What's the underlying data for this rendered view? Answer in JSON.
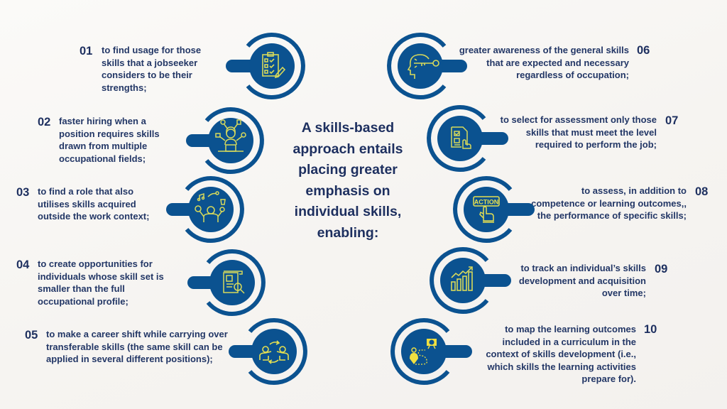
{
  "center": {
    "title": "A skills-based approach entails placing greater emphasis on individual skills, enabling:"
  },
  "colors": {
    "background": "#f8f6f3",
    "badge_blue": "#0b5290",
    "icon_yellow": "#d8d95a",
    "text_navy": "#1d2f5f"
  },
  "items": [
    {
      "number": "01",
      "text": "to find usage for those\nskills that a jobseeker\nconsiders to be their\nstrengths;",
      "icon": "checklist-icon"
    },
    {
      "number": "02",
      "text": "faster hiring when a\nposition requires skills\ndrawn from multiple\noccupational fields;",
      "icon": "multitasking-person-icon"
    },
    {
      "number": "03",
      "text": "to find a role that also\nutilises skills acquired\noutside the work context;",
      "icon": "juggling-hobbies-icon"
    },
    {
      "number": "04",
      "text": "to create opportunities for\nindividuals whose skill set is\nsmaller than the full\noccupational profile;",
      "icon": "document-search-icon"
    },
    {
      "number": "05",
      "text": "to make a career shift while carrying over\ntransferable skills (the same skill can be\napplied in several different positions);",
      "icon": "people-exchange-icon"
    },
    {
      "number": "06",
      "text": "greater awareness of the general skills\nthat are expected and necessary\nregardless of occupation;",
      "icon": "head-key-icon"
    },
    {
      "number": "07",
      "text": "to select for assessment only those\nskills that must meet the level\nrequired to perform the job;",
      "icon": "form-select-icon"
    },
    {
      "number": "08",
      "text": "to assess, in addition to\ncompetence or learning outcomes,,\nthe performance of specific skills;",
      "icon": "action-button-icon"
    },
    {
      "number": "09",
      "text": "to track an individual’s skills\ndevelopment and acquisition\nover time;",
      "icon": "growth-chart-icon"
    },
    {
      "number": "10",
      "text": "to map the learning outcomes\nincluded in a curriculum in the\ncontext of skills development (i.e.,\nwhich skills the learning activities\nprepare for).",
      "icon": "learning-path-icon"
    }
  ]
}
